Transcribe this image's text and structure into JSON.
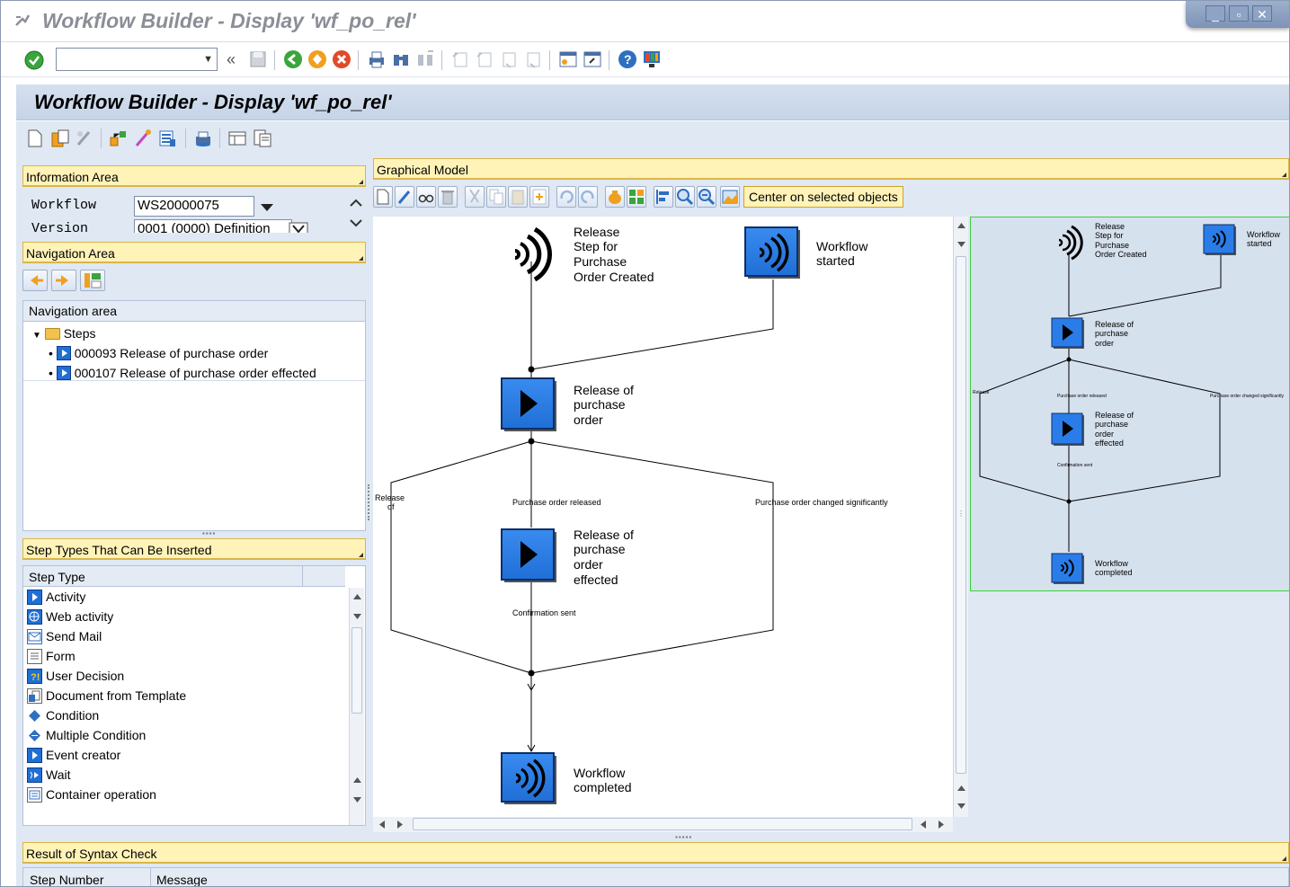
{
  "window": {
    "title": "Workflow Builder - Display 'wf_po_rel'"
  },
  "page_header": {
    "title": "Workflow Builder - Display 'wf_po_rel'"
  },
  "info_area": {
    "title": "Information Area",
    "workflow_label": "Workflow",
    "workflow_value": "WS20000075",
    "version_label": "Version",
    "version_value": "0001 (0000) Definition"
  },
  "nav_area": {
    "title": "Navigation Area",
    "list_header": "Navigation area",
    "folder_label": "Steps",
    "items": [
      {
        "label": "000093 Release of purchase order"
      },
      {
        "label": "000107 Release of purchase order effected"
      }
    ]
  },
  "step_types": {
    "title": "Step Types That Can Be Inserted",
    "column": "Step Type",
    "items": [
      {
        "label": "Activity",
        "icon": "activity-icon"
      },
      {
        "label": "Web activity",
        "icon": "web-activity-icon"
      },
      {
        "label": "Send Mail",
        "icon": "send-mail-icon"
      },
      {
        "label": "Form",
        "icon": "form-icon"
      },
      {
        "label": "User Decision",
        "icon": "user-decision-icon"
      },
      {
        "label": "Document from Template",
        "icon": "document-template-icon"
      },
      {
        "label": "Condition",
        "icon": "condition-icon"
      },
      {
        "label": "Multiple Condition",
        "icon": "multiple-condition-icon"
      },
      {
        "label": "Event creator",
        "icon": "event-creator-icon"
      },
      {
        "label": "Wait",
        "icon": "wait-icon"
      },
      {
        "label": "Container operation",
        "icon": "container-operation-icon"
      }
    ]
  },
  "graph": {
    "title": "Graphical Model",
    "center_button": "Center on selected objects",
    "nodes": {
      "start_event": [
        "Release",
        "Step for",
        "Purchase",
        "Order Created"
      ],
      "wf_started": [
        "Workflow",
        "started"
      ],
      "release": [
        "Release of",
        "purchase",
        "order"
      ],
      "effected": [
        "Release of",
        "purchase",
        "order",
        "effected"
      ],
      "completed": [
        "Workflow",
        "completed"
      ]
    },
    "branch_labels": {
      "left": [
        "Release",
        "of"
      ],
      "middle": "Purchase order released",
      "right": "Purchase order changed significantly",
      "confirmation": "Confirmation sent"
    }
  },
  "syntax": {
    "title": "Result of Syntax Check",
    "col_step": "Step Number",
    "col_message": "Message"
  },
  "colors": {
    "accent": "#1f6fd6",
    "header_yellow": "#fff3b8",
    "panel_bg": "#dfe8f3"
  }
}
